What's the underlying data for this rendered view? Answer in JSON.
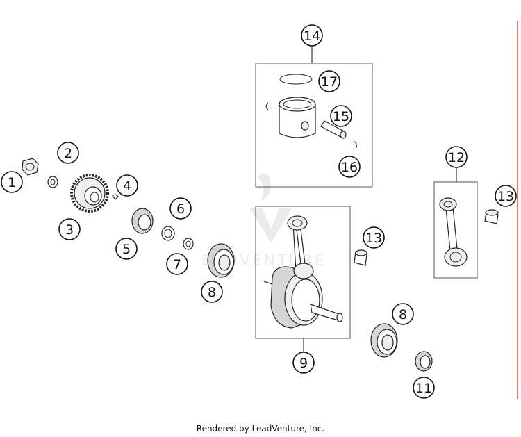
{
  "callouts": {
    "c1": "1",
    "c2": "2",
    "c3": "3",
    "c4": "4",
    "c5": "5",
    "c6": "6",
    "c7": "7",
    "c8a": "8",
    "c8b": "8",
    "c9": "9",
    "c11": "11",
    "c12": "12",
    "c13a": "13",
    "c13b": "13",
    "c14": "14",
    "c15": "15",
    "c16": "16",
    "c17": "17"
  },
  "footer": {
    "text": "Rendered by LeadVenture, Inc."
  },
  "colors": {
    "border_accent": "#e02020",
    "line": "#111111"
  }
}
